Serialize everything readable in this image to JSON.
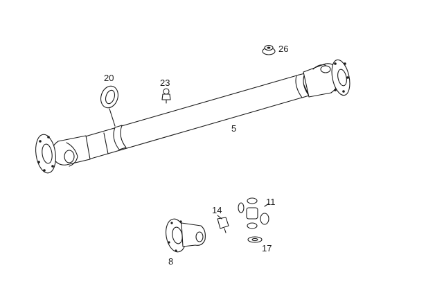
{
  "diagram": {
    "type": "exploded-parts-view",
    "line_color": "#1a1a1a",
    "background": "#ffffff",
    "callouts": [
      {
        "id": "shaft",
        "label": "5"
      },
      {
        "id": "flange",
        "label": "8"
      },
      {
        "id": "universal-joint",
        "label": "11"
      },
      {
        "id": "fitting",
        "label": "14"
      },
      {
        "id": "circlip",
        "label": "17"
      },
      {
        "id": "sealing-ring",
        "label": "20"
      },
      {
        "id": "grease-nipple",
        "label": "23"
      },
      {
        "id": "grommet",
        "label": "26"
      }
    ]
  }
}
